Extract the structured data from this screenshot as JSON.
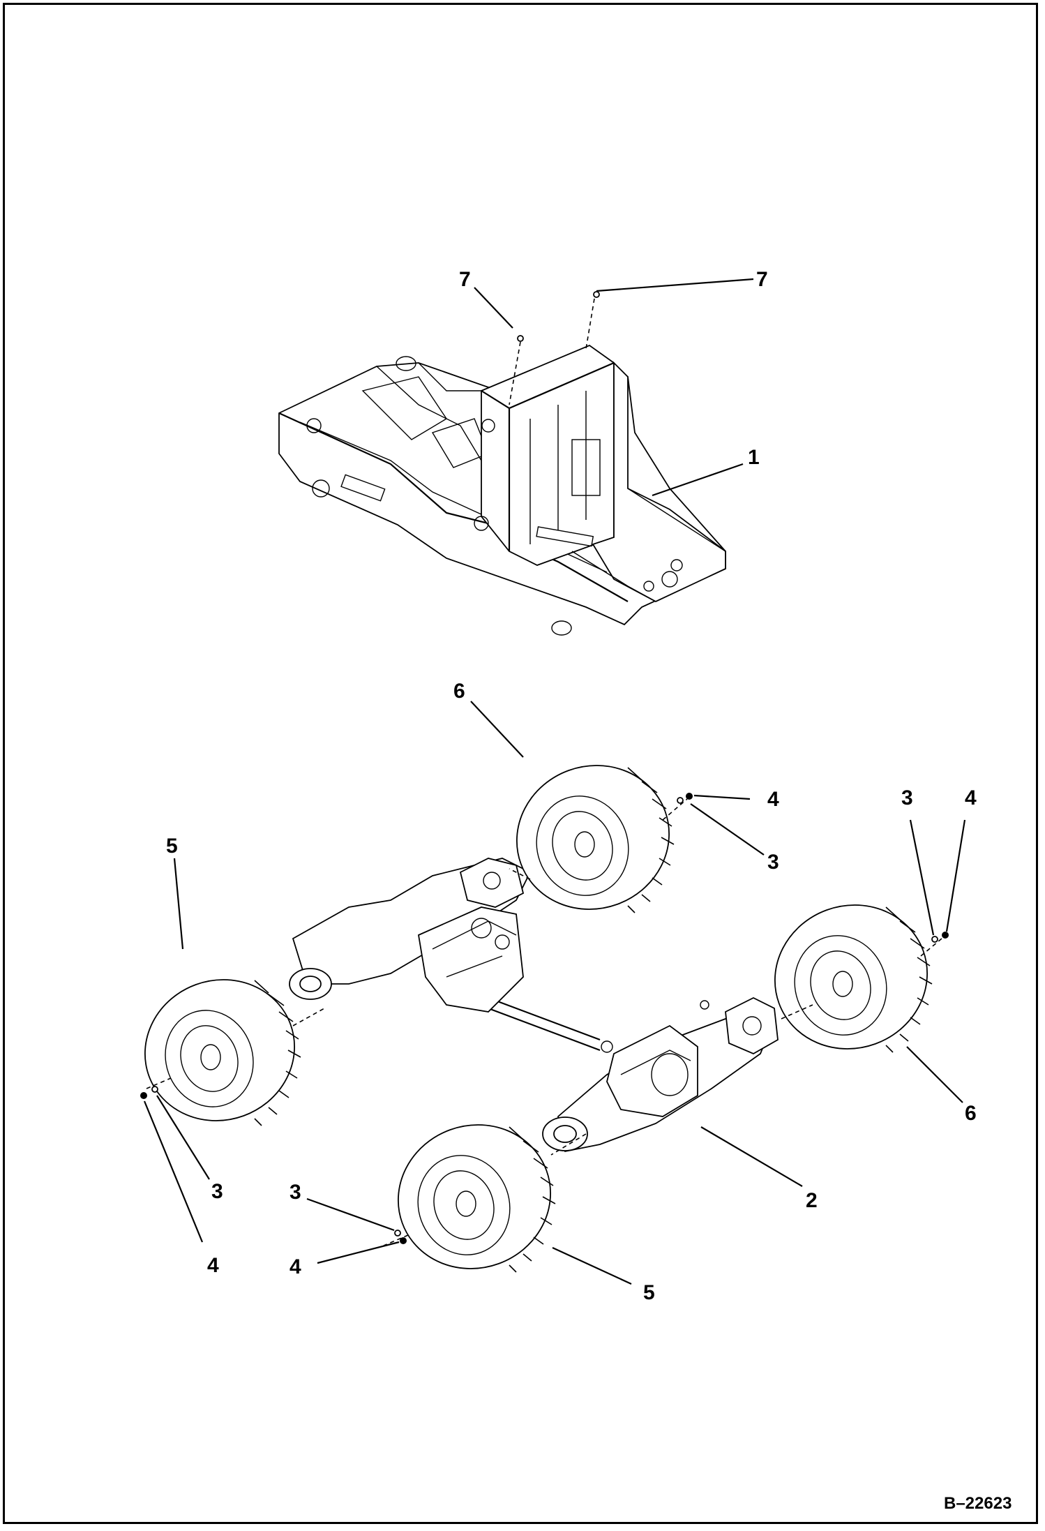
{
  "diagram": {
    "document_id": "B–22623",
    "callouts": {
      "frame": "1",
      "axle": "2",
      "washer": "3",
      "nut": "4",
      "tire_left": "5",
      "tire_right": "6",
      "fitting": "7"
    }
  }
}
